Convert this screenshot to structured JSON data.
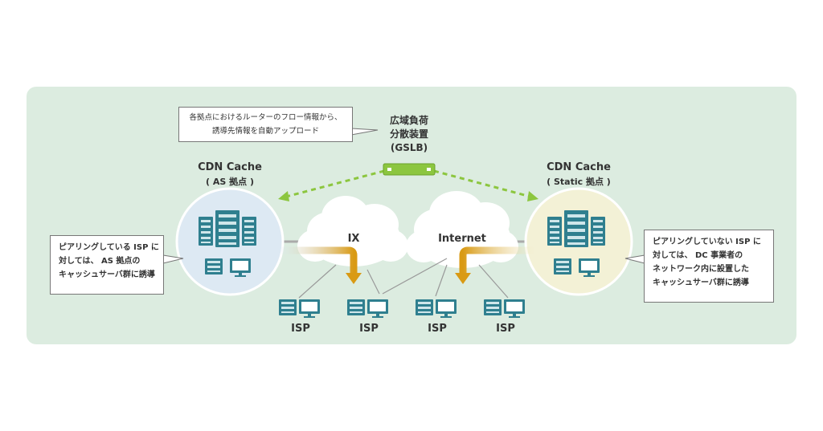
{
  "gslb": {
    "line1": "広域負荷",
    "line2": "分散装置",
    "line3": "(GSLB)"
  },
  "top_callout": {
    "line1": "各拠点におけるルーターのフロー情報から、",
    "line2": "誘導先情報を自動アップロード"
  },
  "left_cache": {
    "title": "CDN Cache",
    "subtitle": "( AS 拠点 )"
  },
  "right_cache": {
    "title": "CDN Cache",
    "subtitle": "( Static 拠点 )"
  },
  "left_callout": {
    "line1": "ピアリングしている ISP に",
    "line2": "対しては、 AS 拠点の",
    "line3": "キャッシュサーバ群に誘導"
  },
  "right_callout": {
    "line1": "ピアリングしていない ISP に",
    "line2": "対しては、 DC 事業者の",
    "line3": "ネットワーク内に設置した",
    "line4": "キャッシュサーバ群に誘導"
  },
  "clouds": {
    "ix": "IX",
    "internet": "Internet"
  },
  "isp_labels": [
    "ISP",
    "ISP",
    "ISP",
    "ISP"
  ],
  "colors": {
    "panel_bg": "#dcece0",
    "left_circle": "#dde9f3",
    "right_circle": "#f3f1d6",
    "server_teal": "#2f7f8f",
    "gslb_green": "#8cc63f",
    "arrow_orange": "#d99a14",
    "dashed_green": "#8cc63f"
  }
}
